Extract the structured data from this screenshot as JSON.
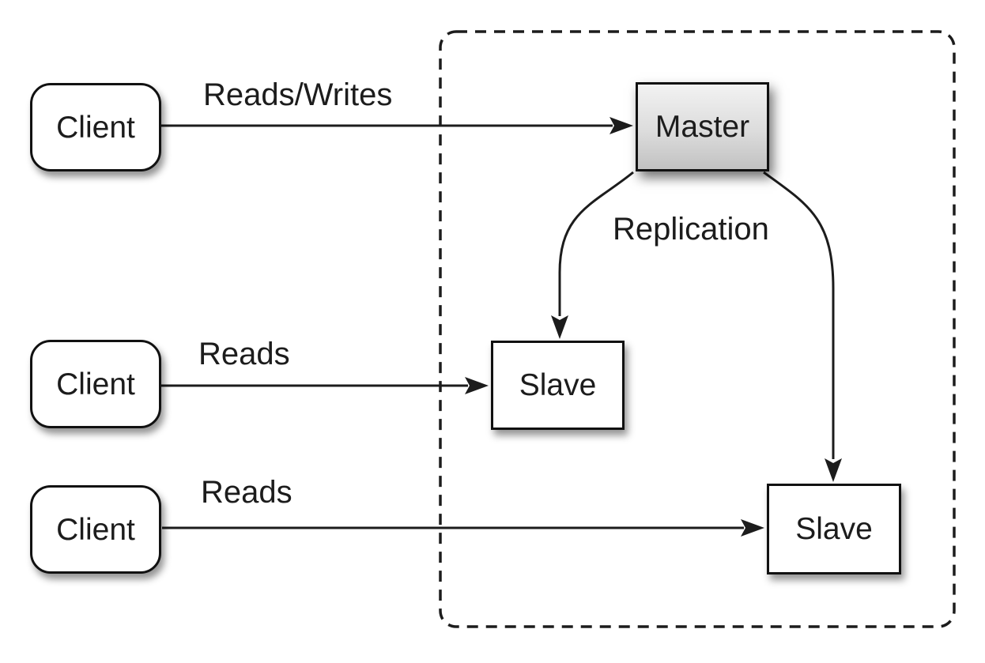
{
  "diagram": {
    "clients": [
      {
        "label": "Client"
      },
      {
        "label": "Client"
      },
      {
        "label": "Client"
      }
    ],
    "cluster": {
      "master": {
        "label": "Master"
      },
      "slaves": [
        {
          "label": "Slave"
        },
        {
          "label": "Slave"
        }
      ]
    },
    "edge_labels": {
      "client1_to_master": "Reads/Writes",
      "client2_to_slave1": "Reads",
      "client3_to_slave2": "Reads",
      "replication": "Replication"
    },
    "colors": {
      "background": "#ffffff",
      "stroke": "#1c1c1c",
      "node_fill": "#ffffff",
      "master_fill_top": "#f2f2f2",
      "master_fill_bottom": "#c2c2c2",
      "border": "#111111"
    }
  }
}
